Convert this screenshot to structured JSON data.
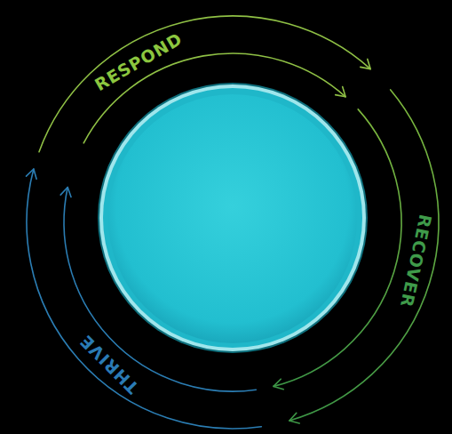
{
  "diagram": {
    "labels": [
      "RESPOND",
      "RECOVER",
      "THRIVE"
    ]
  }
}
